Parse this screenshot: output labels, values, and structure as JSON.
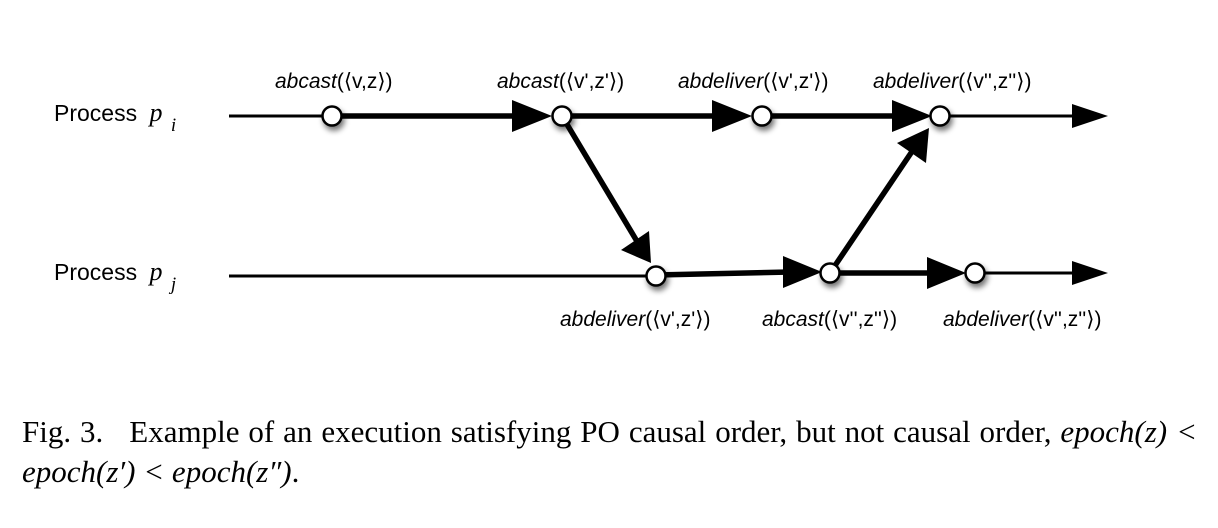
{
  "processes": [
    {
      "label": "Process",
      "symbol": "p",
      "subscript": "i"
    },
    {
      "label": "Process",
      "symbol": "p",
      "subscript": "j"
    }
  ],
  "events": [
    {
      "op": "abcast",
      "args": "(⟨v,z⟩)"
    },
    {
      "op": "abcast",
      "args": "(⟨v',z'⟩)"
    },
    {
      "op": "abdeliver",
      "args": "(⟨v',z'⟩)"
    },
    {
      "op": "abdeliver",
      "args": "(⟨v'',z''⟩)"
    },
    {
      "op": "abdeliver",
      "args": "(⟨v',z'⟩)"
    },
    {
      "op": "abcast",
      "args": "(⟨v'',z''⟩)"
    },
    {
      "op": "abdeliver",
      "args": "(⟨v'',z''⟩)"
    }
  ],
  "caption": {
    "number": "Fig. 3.",
    "text": "Example of an execution satisfying PO causal order, but not causal order,",
    "formula": "epoch(z) < epoch(z′) < epoch(z″)",
    "end": "."
  },
  "colors": {
    "line": "#000000",
    "node_fill": "#ffffff",
    "node_shadow": "#9a9a9a"
  }
}
